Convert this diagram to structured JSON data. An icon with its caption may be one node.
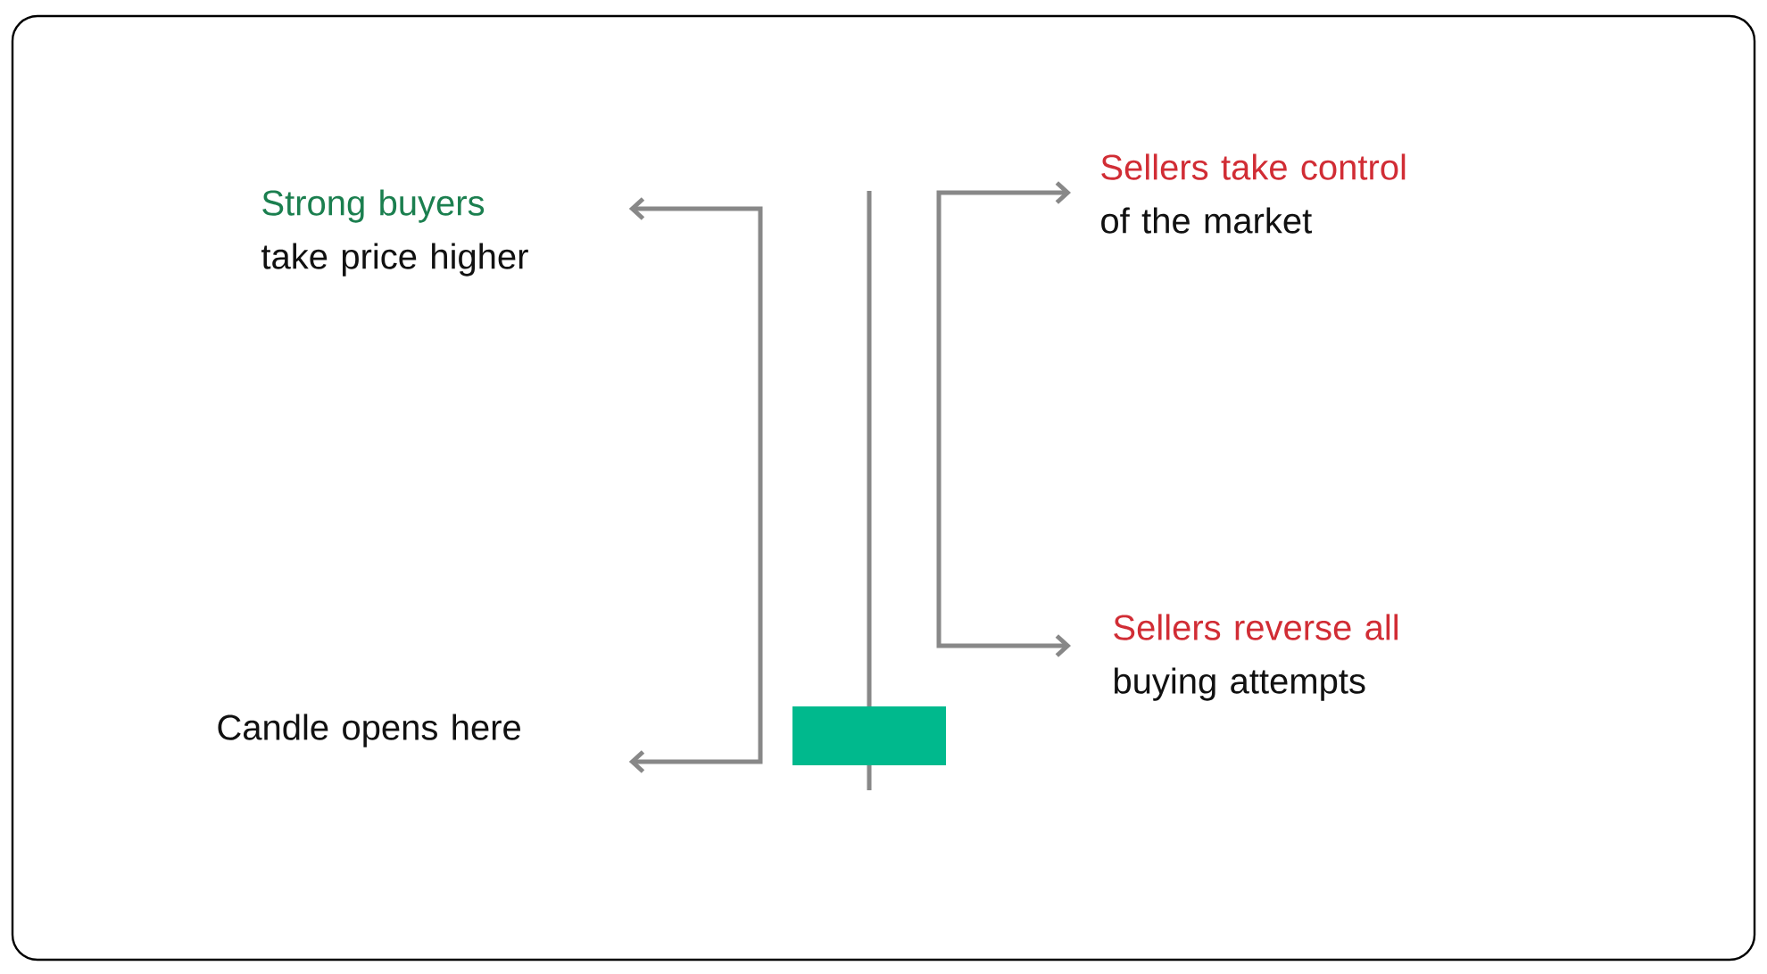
{
  "diagram": {
    "nodes": [
      {
        "text": [
          "Strong buyers",
          "take price higher"
        ]
      },
      {
        "text": [
          "Candle opens here"
        ]
      },
      {
        "text": [
          "Sellers take control",
          "of the market"
        ]
      },
      {
        "text": [
          "Sellers reverse all",
          "buying attempts"
        ]
      }
    ],
    "edges": [
      {
        "from": 0,
        "to": 1,
        "arrow": "both"
      },
      {
        "from": 2,
        "to": 3,
        "arrow": "both"
      }
    ]
  }
}
